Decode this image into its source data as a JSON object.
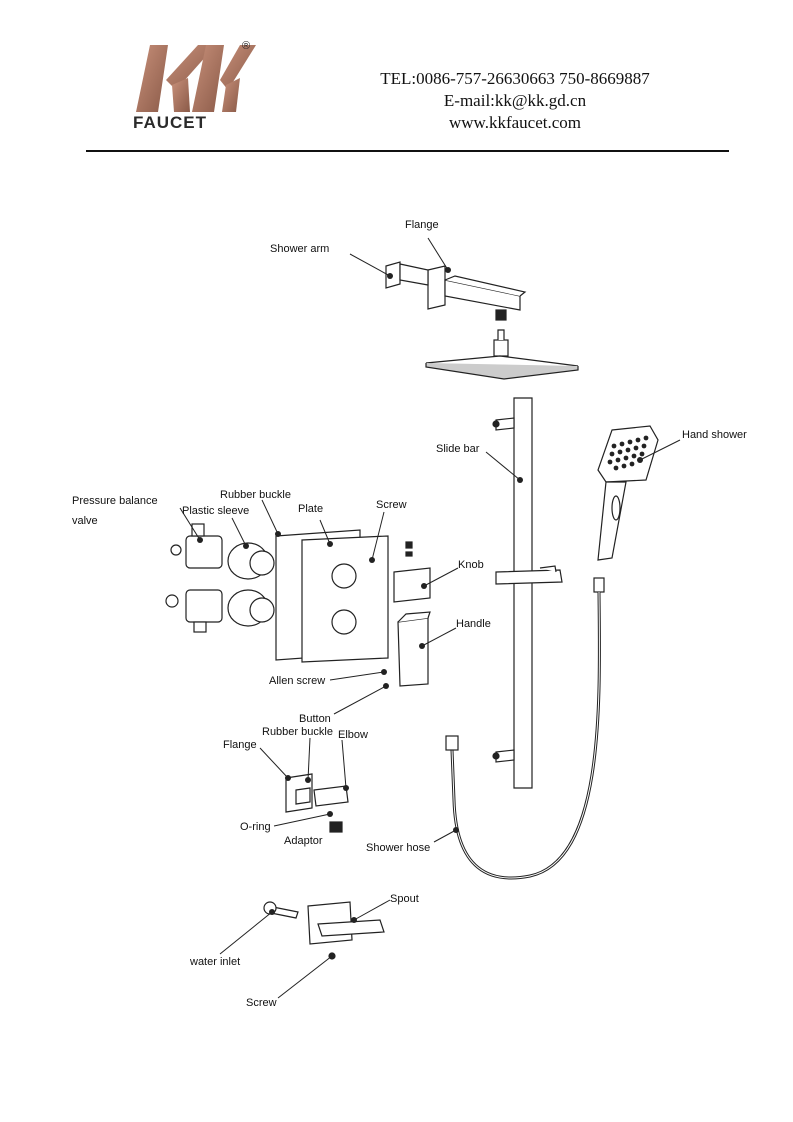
{
  "header": {
    "logo_text": "FAUCET",
    "logo_letters": "KK",
    "registered_mark": "®",
    "tel": "TEL:0086-757-26630663 750-8669887",
    "email": "E-mail:kk@kk.gd.cn",
    "website": "www.kkfaucet.com",
    "logo_color": "#b0705a"
  },
  "labels": {
    "flange_top": "Flange",
    "shower_arm": "Shower arm",
    "hand_shower": "Hand shower",
    "slide_bar": "Slide bar",
    "pressure_balance": "Pressure balance",
    "valve": "valve",
    "rubber_buckle_top": "Rubber buckle",
    "plastic_sleeve": "Plastic sleeve",
    "plate": "Plate",
    "screw_top": "Screw",
    "knob": "Knob",
    "handle": "Handle",
    "allen_screw": "Allen screw",
    "button": "Button",
    "flange_bottom": "Flange",
    "rubber_buckle_bottom": "Rubber buckle",
    "elbow": "Elbow",
    "o_ring": "O-ring",
    "adaptor": "Adaptor",
    "shower_hose": "Shower hose",
    "spout": "Spout",
    "water_inlet": "water inlet",
    "screw_bottom": "Screw"
  }
}
